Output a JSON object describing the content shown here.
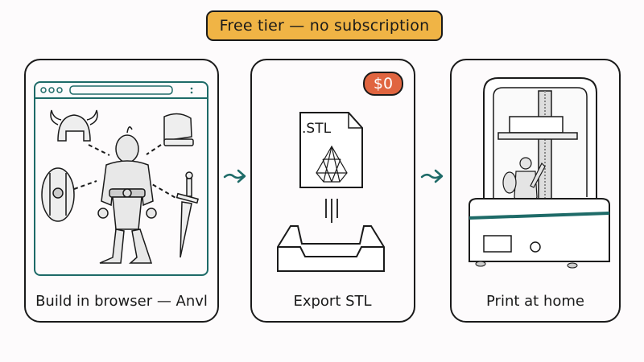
{
  "banner": {
    "label": "Free tier — no subscription",
    "color": "#f0b445"
  },
  "steps": [
    {
      "caption": "Build in browser — Anvl",
      "illustration": "browser-window-with-orc-character-and-gear-parts",
      "parts": [
        "horned-helmet",
        "shoulder-armor",
        "round-shield",
        "sword"
      ]
    },
    {
      "caption": "Export STL",
      "badge": "$0",
      "badge_color": "#e06540",
      "file_label": ".STL",
      "illustration": "stl-file-dropping-into-tray"
    },
    {
      "caption": "Print at home",
      "illustration": "resin-3d-printer-with-orc-miniature"
    }
  ],
  "accent_color": "#1e6b68",
  "arrows": [
    "arrow-right-icon",
    "arrow-right-icon"
  ]
}
